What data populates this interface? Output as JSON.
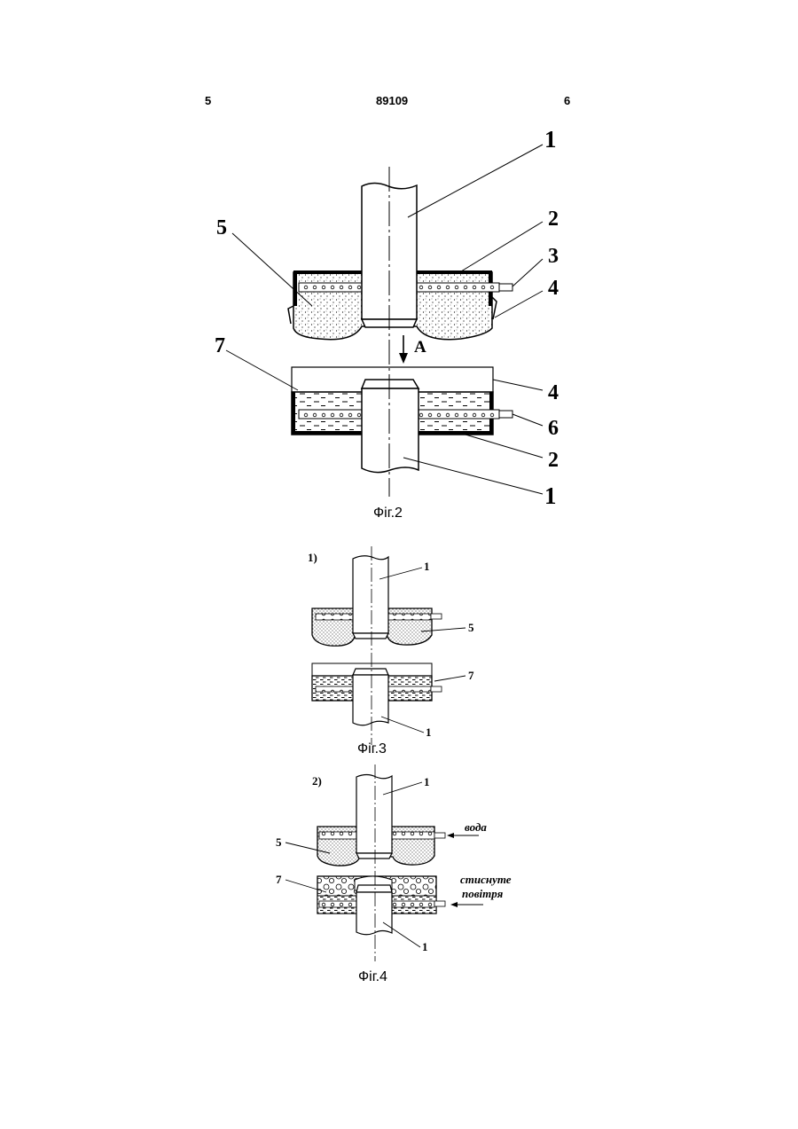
{
  "header": {
    "left_page": "5",
    "doc_number": "89109",
    "right_page": "6"
  },
  "fig2": {
    "caption": "Фіг.2",
    "arrow_label": "A",
    "labels": [
      "1",
      "2",
      "3",
      "4",
      "5",
      "7",
      "4",
      "6",
      "2",
      "1"
    ]
  },
  "fig3": {
    "caption": "Фіг.3",
    "step": "1)",
    "labels": [
      "1",
      "5",
      "7",
      "1"
    ]
  },
  "fig4": {
    "caption": "Фіг.4",
    "step": "2)",
    "labels": [
      "1",
      "5",
      "7",
      "1"
    ],
    "water": "вода",
    "air_line1": "стиснуте",
    "air_line2": "повітря"
  }
}
